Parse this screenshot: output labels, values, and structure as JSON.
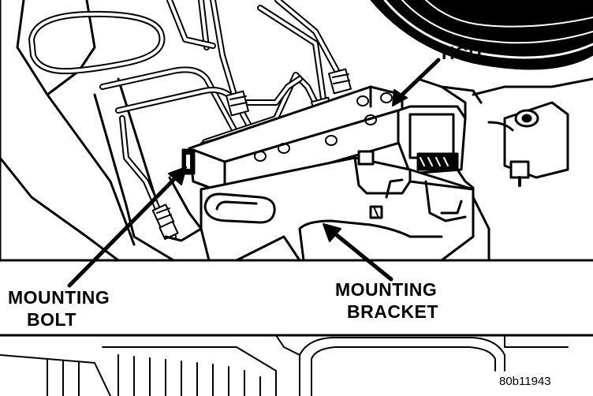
{
  "labels": {
    "hcu": "HCU",
    "mounting_bolt_line1": "MOUNTING",
    "mounting_bolt_line2": "BOLT",
    "mounting_bracket_line1": "MOUNTING",
    "mounting_bracket_line2": "BRACKET",
    "figure_id": "80b11943"
  }
}
